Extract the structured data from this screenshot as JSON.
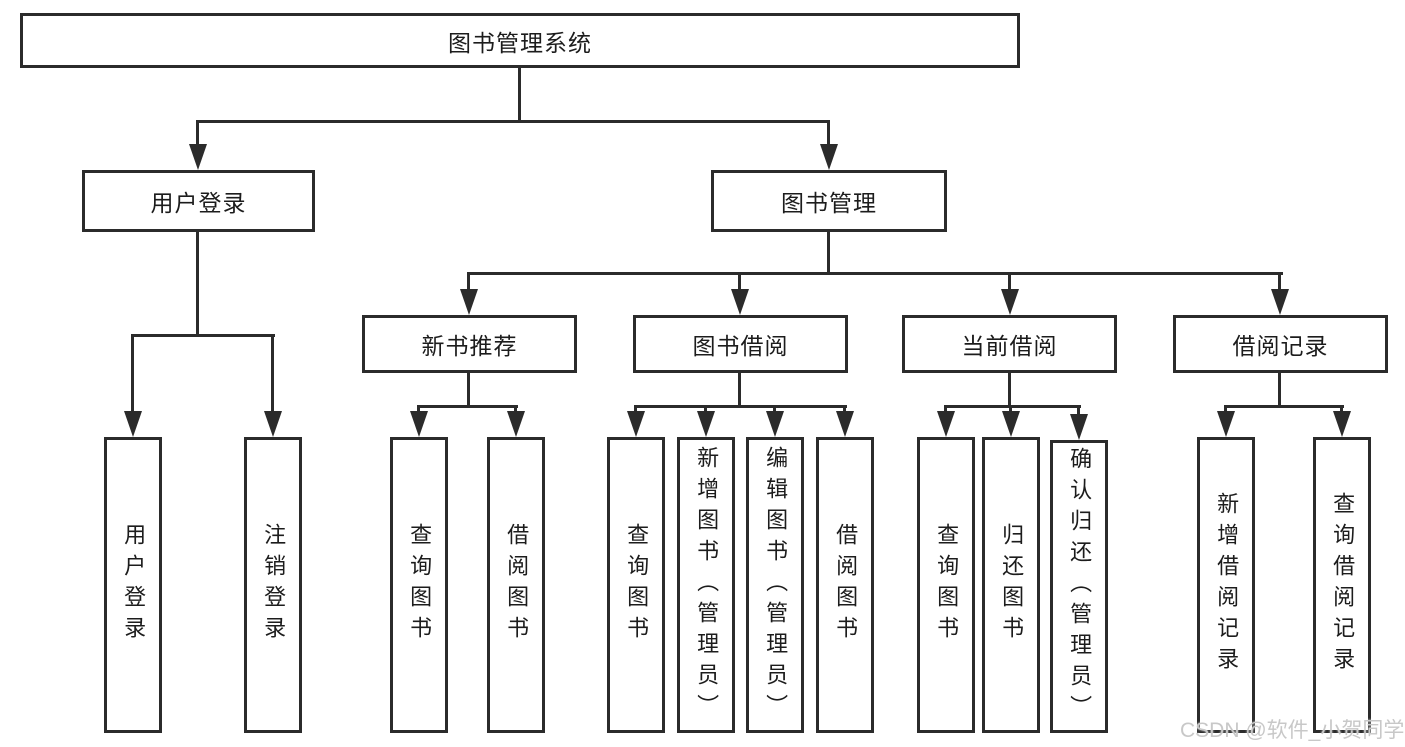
{
  "diagram": {
    "type": "hierarchy-tree",
    "root": {
      "label": "图书管理系统",
      "children": [
        {
          "label": "用户登录",
          "children": [
            {
              "label": "用户登录"
            },
            {
              "label": "注销登录"
            }
          ]
        },
        {
          "label": "图书管理",
          "children": [
            {
              "label": "新书推荐",
              "children": [
                {
                  "label": "查询图书"
                },
                {
                  "label": "借阅图书"
                }
              ]
            },
            {
              "label": "图书借阅",
              "children": [
                {
                  "label": "查询图书"
                },
                {
                  "label": "新增图书（管理员）"
                },
                {
                  "label": "编辑图书（管理员）"
                },
                {
                  "label": "借阅图书"
                }
              ]
            },
            {
              "label": "当前借阅",
              "children": [
                {
                  "label": "查询图书"
                },
                {
                  "label": "归还图书"
                },
                {
                  "label": "确认归还（管理员）"
                }
              ]
            },
            {
              "label": "借阅记录",
              "children": [
                {
                  "label": "新增借阅记录"
                },
                {
                  "label": "查询借阅记录"
                }
              ]
            }
          ]
        }
      ]
    }
  },
  "watermark": {
    "text": "CSDN @软件_小贺同学"
  },
  "colors": {
    "line": "#2b2b2b",
    "text": "#1c1c1c",
    "watermark": "#c8c8c8",
    "background": "#ffffff"
  }
}
